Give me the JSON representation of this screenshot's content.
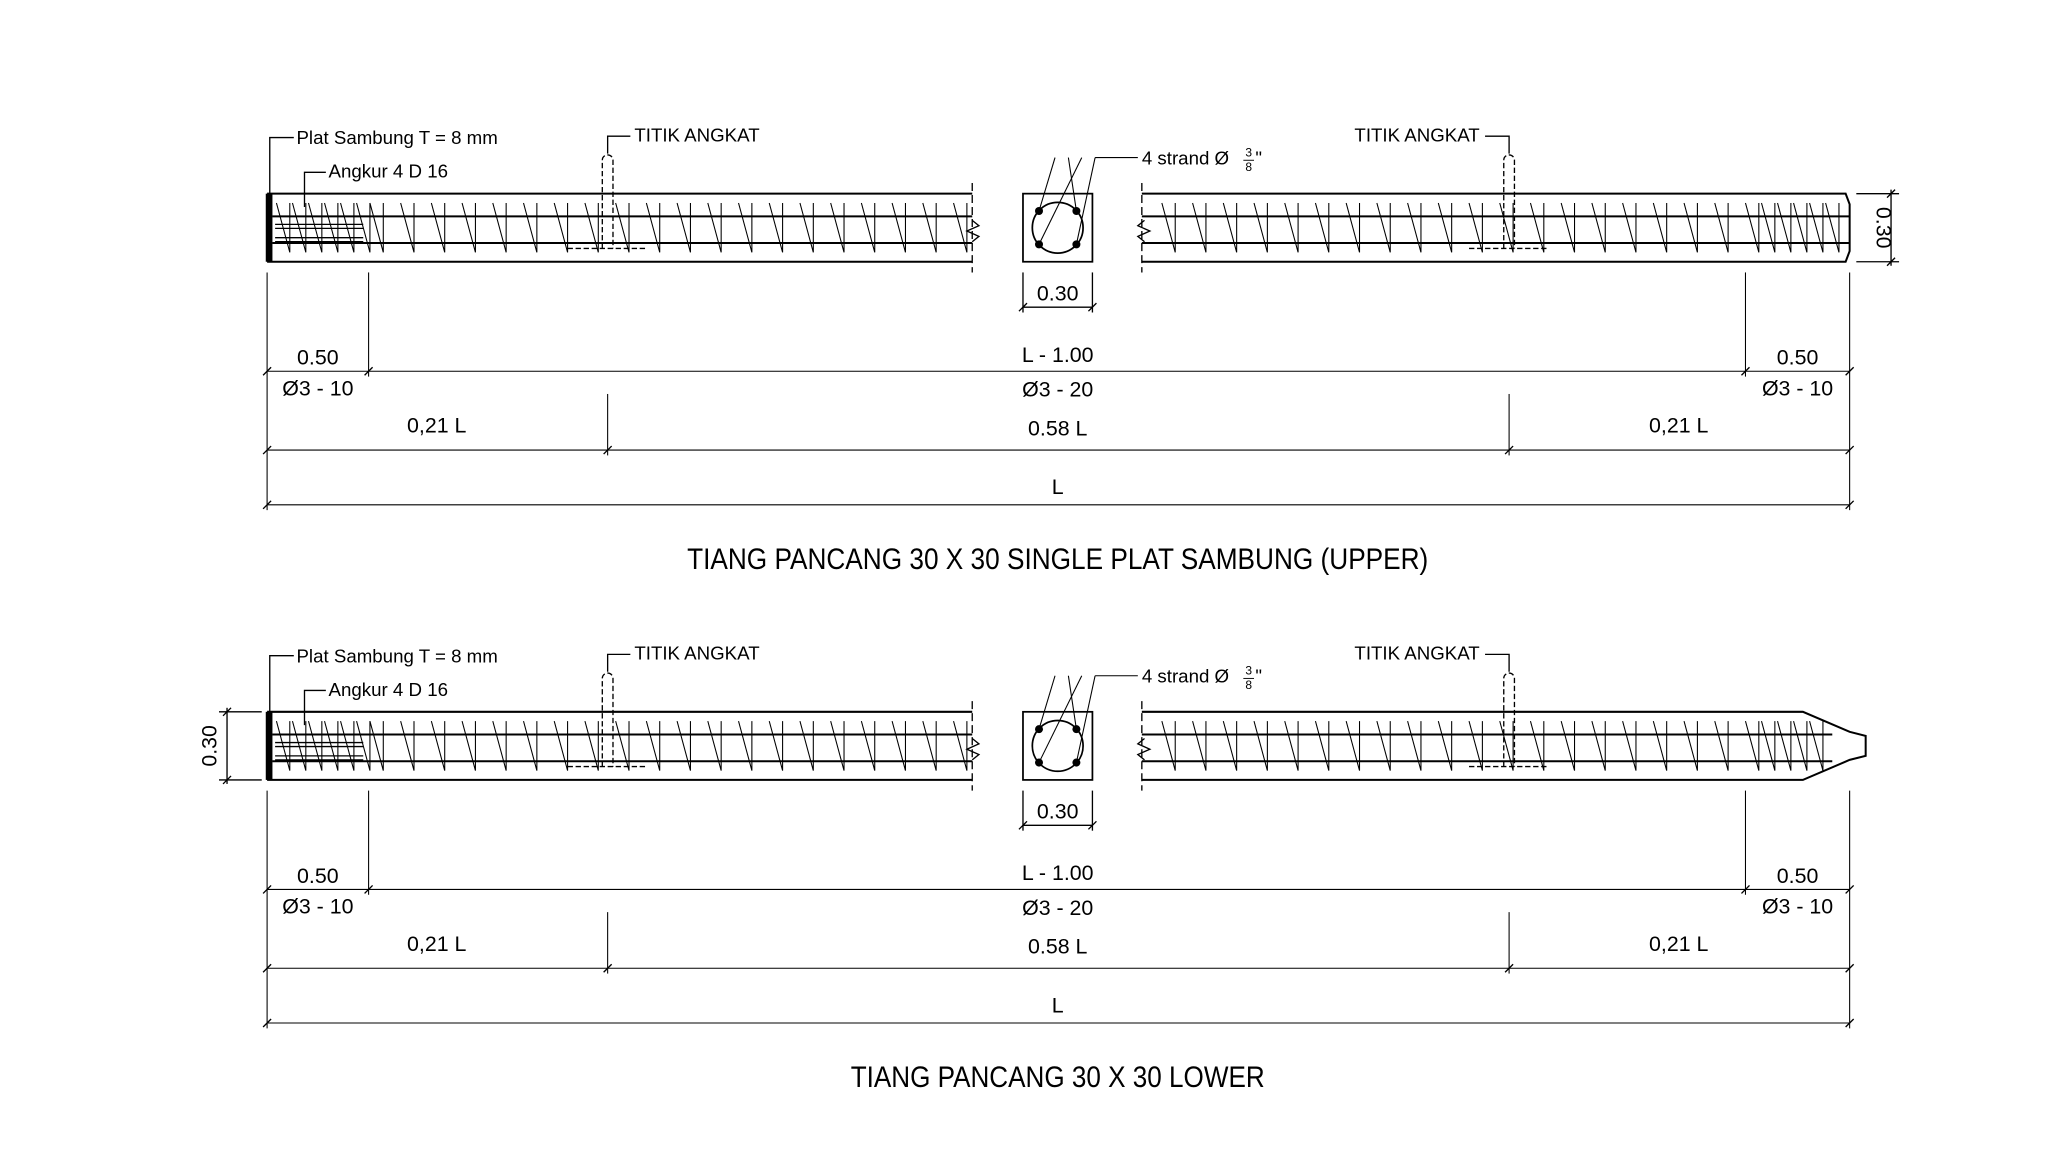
{
  "drawings": [
    {
      "title": "TIANG PANCANG 30 X 30 SINGLE PLAT SAMBUNG (UPPER)",
      "plate_label": "Plat Sambung T = 8 mm",
      "anchor_label": "Angkur 4 D 16",
      "lift_left": "TITIK ANGKAT",
      "lift_right": "TITIK ANGKAT",
      "strand_label": "4 strand Ø",
      "strand_num": "3",
      "strand_den": "8",
      "strand_unit": "\"",
      "section_width": "0.30",
      "height_dim": "0.30",
      "end_left_len": "0.50",
      "end_left_spiral": "Ø3 - 10",
      "mid_len": "L - 1.00",
      "mid_spiral": "Ø3 - 20",
      "end_right_len": "0.50",
      "end_right_spiral": "Ø3 - 10",
      "seg_left": "0,21 L",
      "seg_mid": "0.58 L",
      "seg_right": "0,21 L",
      "total": "L",
      "tip": "flat"
    },
    {
      "title": "TIANG PANCANG 30 X 30 LOWER",
      "plate_label": "Plat Sambung T = 8 mm",
      "anchor_label": "Angkur 4 D 16",
      "lift_left": "TITIK ANGKAT",
      "lift_right": "TITIK ANGKAT",
      "strand_label": "4 strand Ø",
      "strand_num": "3",
      "strand_den": "8",
      "strand_unit": "\"",
      "section_width": "0.30",
      "height_dim": "0.30",
      "end_left_len": "0.50",
      "end_left_spiral": "Ø3 - 10",
      "mid_len": "L - 1.00",
      "mid_spiral": "Ø3 - 20",
      "end_right_len": "0.50",
      "end_right_spiral": "Ø3 - 10",
      "seg_left": "0,21 L",
      "seg_mid": "0.58 L",
      "seg_right": "0,21 L",
      "total": "L",
      "tip": "pointed"
    }
  ]
}
